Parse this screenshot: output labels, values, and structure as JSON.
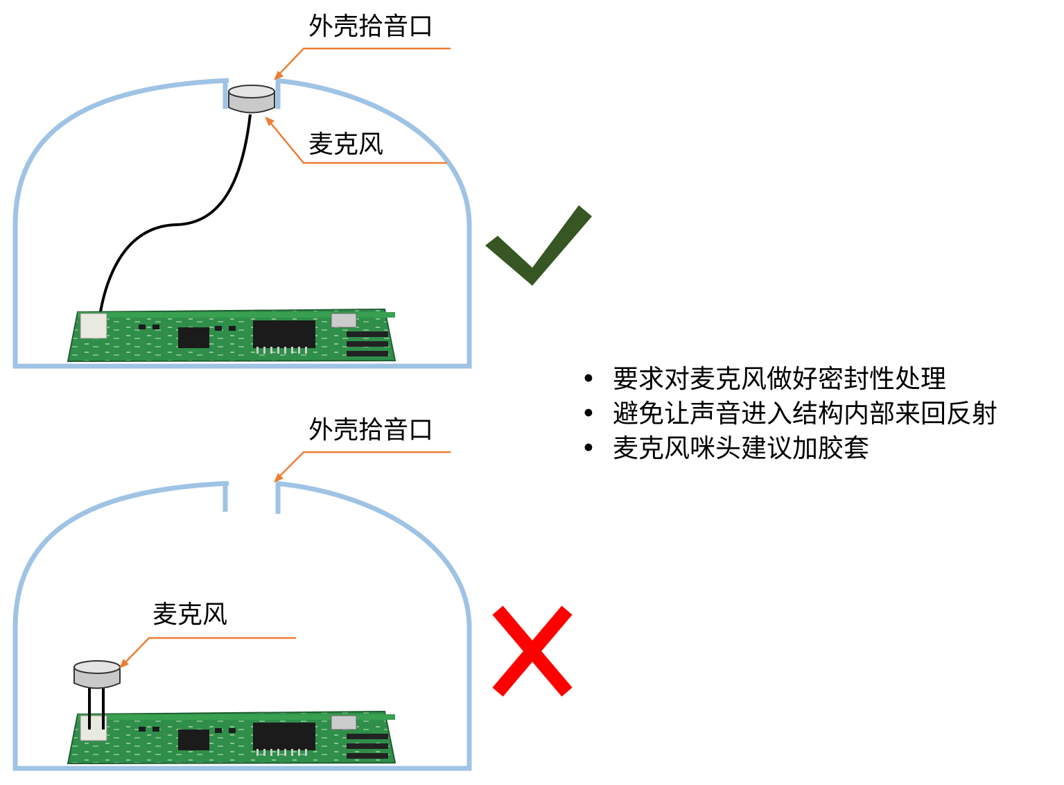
{
  "colors": {
    "enclosure": "#9fc3e4",
    "leader": "#ed7d31",
    "check": "#375623",
    "cross": "#ff0000",
    "pcb": "#2f8f4a"
  },
  "good_example": {
    "port_label": "外壳拾音口",
    "mic_label": "麦克风",
    "status_icon": "check-icon"
  },
  "bad_example": {
    "port_label": "外壳拾音口",
    "mic_label": "麦克风",
    "status_icon": "cross-icon"
  },
  "notes": [
    "要求对麦克风做好密封性处理",
    "避免让声音进入结构内部来回反射",
    "麦克风咪头建议加胶套"
  ]
}
